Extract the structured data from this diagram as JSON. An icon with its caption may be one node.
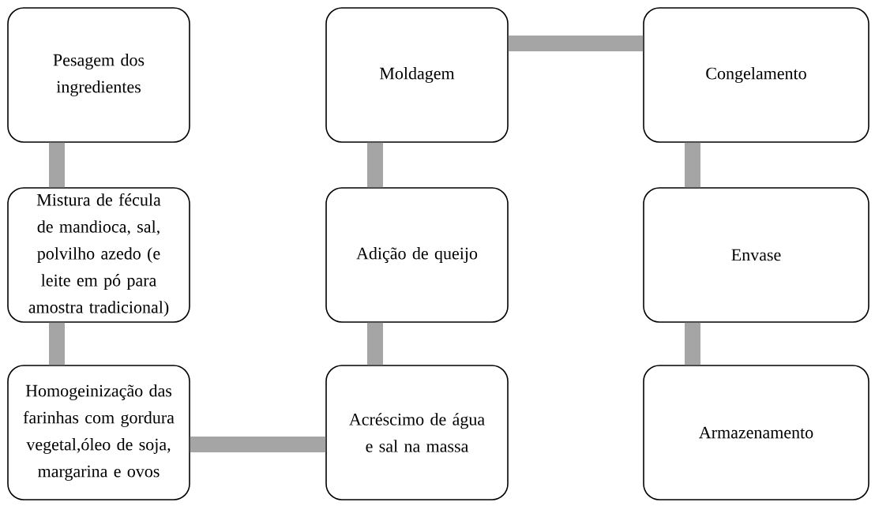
{
  "diagram": {
    "nodes": [
      {
        "text": [
          "Pesagem dos ingredientes"
        ]
      },
      {
        "text": [
          "Mistura de fécula de mandioca, sal, polvilho azedo (e leite em pó para amostra tradicional)"
        ]
      },
      {
        "text": [
          "Homogeinização das farinhas com gordura vegetal,óleo de soja, margarina e ovos"
        ]
      },
      {
        "text": [
          "Acréscimo de água e sal na massa"
        ]
      },
      {
        "text": [
          "Adição de queijo"
        ]
      },
      {
        "text": [
          "Moldagem"
        ]
      },
      {
        "text": [
          "Congelamento"
        ]
      },
      {
        "text": [
          "Envase"
        ]
      },
      {
        "text": [
          "Armazenamento"
        ]
      }
    ],
    "edges": [
      {
        "from": 0,
        "to": 1,
        "arrow": "none"
      },
      {
        "from": 1,
        "to": 2,
        "arrow": "none"
      },
      {
        "from": 2,
        "to": 3,
        "arrow": "none"
      },
      {
        "from": 3,
        "to": 4,
        "arrow": "none"
      },
      {
        "from": 4,
        "to": 5,
        "arrow": "none"
      },
      {
        "from": 5,
        "to": 6,
        "arrow": "none"
      },
      {
        "from": 6,
        "to": 7,
        "arrow": "none"
      },
      {
        "from": 7,
        "to": 8,
        "arrow": "none"
      }
    ]
  }
}
